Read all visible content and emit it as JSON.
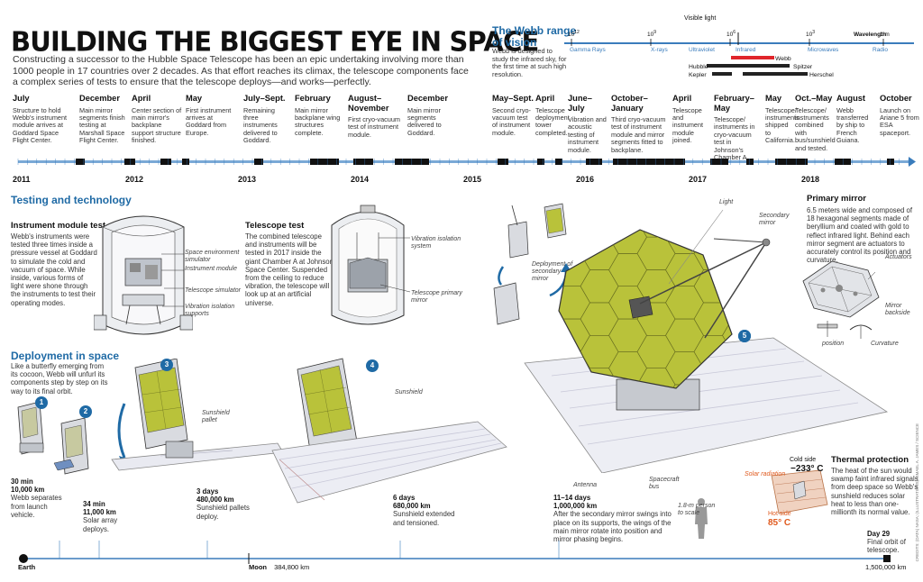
{
  "title": "BUILDING THE BIGGEST EYE IN SPACE",
  "intro": "Constructing a successor to the Hubble Space Telescope has been an epic undertaking involving more than 1000 people in 17 countries over 2 decades. As that effort reaches its climax, the telescope components face a complex series of tests to ensure that the telescope deploys—and works—perfectly.",
  "range": {
    "title": "The Webb range of vision",
    "text": "Webb is designed to study the infrared sky, for the first time at such high resolution.",
    "visible_label": "Visible light",
    "wavelength_label": "Wavelength",
    "ticks": [
      {
        "label": "10",
        "sup": "12"
      },
      {
        "label": "10",
        "sup": "9"
      },
      {
        "label": "10",
        "sup": "6"
      },
      {
        "label": "10",
        "sup": "3"
      },
      {
        "label": "1 m",
        "sup": ""
      }
    ],
    "bands": [
      "Gamma Rays",
      "X-rays",
      "Ultraviolet",
      "Infrared",
      "Microwaves",
      "Radio"
    ],
    "instruments": [
      {
        "name": "Webb",
        "color": "#e0252b"
      },
      {
        "name": "Hubble",
        "color": "#222222"
      },
      {
        "name": "Spitzer",
        "color": "#222222"
      },
      {
        "name": "Kepler",
        "color": "#222222"
      },
      {
        "name": "Herschel",
        "color": "#222222"
      }
    ]
  },
  "timeline": {
    "years": [
      "2011",
      "2012",
      "2013",
      "2014",
      "2015",
      "2016",
      "2017",
      "2018"
    ],
    "events": [
      {
        "date": "July",
        "text": "Structure to hold Webb's instrument module arrives at Goddard Space Flight Center."
      },
      {
        "date": "December",
        "text": "Main mirror segments finish testing at Marshall Space Flight Center."
      },
      {
        "date": "April",
        "text": "Center section of main mirror's backplane support structure finished."
      },
      {
        "date": "May",
        "text": "First instrument arrives at Goddard from Europe."
      },
      {
        "date": "July–Sept.",
        "text": "Remaining three instruments delivered to Goddard."
      },
      {
        "date": "February",
        "text": "Main mirror backplane wing structures complete."
      },
      {
        "date": "August– November",
        "text": "First cryo-vacuum test of instrument module."
      },
      {
        "date": "December",
        "text": "Main mirror segments delivered to Goddard."
      },
      {
        "date": "May–Sept.",
        "text": "Second cryo-vacuum test of instrument module."
      },
      {
        "date": "April",
        "text": "Telescope deployment tower completed."
      },
      {
        "date": "June–July",
        "text": "Vibration and acoustic testing of instrument module."
      },
      {
        "date": "October–January",
        "text": "Third cryo-vacuum test of instrument module and mirror segments fitted to backplane."
      },
      {
        "date": "April",
        "text": "Telescope and instrument module joined."
      },
      {
        "date": "February–May",
        "text": "Telescope/ instruments in cryo-vacuum test in Johnson's Chamber A"
      },
      {
        "date": "May",
        "text": "Telescope/ instruments shipped to California."
      },
      {
        "date": "Oct.–May",
        "text": "Telescope/ instruments combined with bus/sunshield and tested."
      },
      {
        "date": "August",
        "text": "Webb transferred by ship to French Guiana."
      },
      {
        "date": "October",
        "text": "Launch on Ariane 5 from ESA spaceport."
      }
    ]
  },
  "testing": {
    "title": "Testing and technology",
    "instrument_test": {
      "heading": "Instrument module test",
      "text": "Webb's instruments were tested three times inside a pressure vessel at Goddard to simulate the cold and vacuum of space. While inside, various forms of light were shone through the instruments to test their operating modes.",
      "labels": [
        "Space environment simulator",
        "Instrument module",
        "Telescope simulator",
        "Vibration isolation supports"
      ]
    },
    "telescope_test": {
      "heading": "Telescope test",
      "text": "The combined telescope and instruments will be tested in 2017 inside the giant Chamber A at Johnson Space Center. Suspended from the ceiling to reduce vibration, the telescope will look up at an artificial universe.",
      "labels": [
        "Vibration isolation system",
        "Telescope primary mirror"
      ]
    }
  },
  "primary_mirror": {
    "heading": "Primary mirror",
    "text": "6.5 meters wide and composed of 18 hexagonal segments made of beryllium and coated with gold to reflect infrared light. Behind each mirror segment are actuators to accurately control its position and curvature.",
    "labels": [
      "Actuators",
      "Mirror backside",
      "position",
      "Curvature"
    ]
  },
  "deployment": {
    "title": "Deployment in space",
    "text": "Like a butterfly emerging from its cocoon, Webb will unfurl its components step by step on its way to its final orbit.",
    "steps": [
      {
        "num": "1",
        "time": "30 min",
        "dist": "10,000 km",
        "text": "Webb separates from launch vehicle."
      },
      {
        "num": "2",
        "time": "34 min",
        "dist": "11,000 km",
        "text": "Solar array deploys."
      },
      {
        "num": "3",
        "time": "3 days",
        "dist": "480,000 km",
        "text": "Sunshield pallets deploy."
      },
      {
        "num": "4",
        "time": "6 days",
        "dist": "680,000 km",
        "text": "Sunshield extended and tensioned."
      },
      {
        "num": "5",
        "time": "11–14 days",
        "dist": "1,000,000 km",
        "text": "After the secondary mirror swings into place on its supports, the wings of the main mirror rotate into position and mirror phasing begins."
      },
      {
        "num": "",
        "time": "Day 29",
        "dist": "",
        "text": "Final orbit of telescope."
      }
    ],
    "labels": {
      "sunshield_pallet": "Sunshield pallet",
      "sunshield": "Sunshield",
      "light": "Light",
      "secondary_mirror": "Secondary mirror",
      "deploy_secondary": "Deployment of secondary mirror",
      "antenna": "Antenna",
      "spacecraft_bus": "Spacecraft bus",
      "person": "1.8-m person to scale",
      "solar_radiation": "Solar radiation"
    }
  },
  "thermal": {
    "heading": "Thermal protection",
    "text": "The heat of the sun would swamp faint infrared signals from deep space so Webb's sunshield reduces solar heat to less than one-millionth its normal value.",
    "cold_label": "Cold side",
    "cold_value": "−233° C",
    "hot_label": "Hot side",
    "hot_value": "85° C"
  },
  "distance": {
    "earth": "Earth",
    "moon": "Moon",
    "moon_dist": "384,800 km",
    "end_dist": "1,500,000 km"
  },
  "credit": "CREDITS: (DATA) NASA; (ILLUSTRATIONS) ISMAEL A. JAMES / SCIENCE"
}
